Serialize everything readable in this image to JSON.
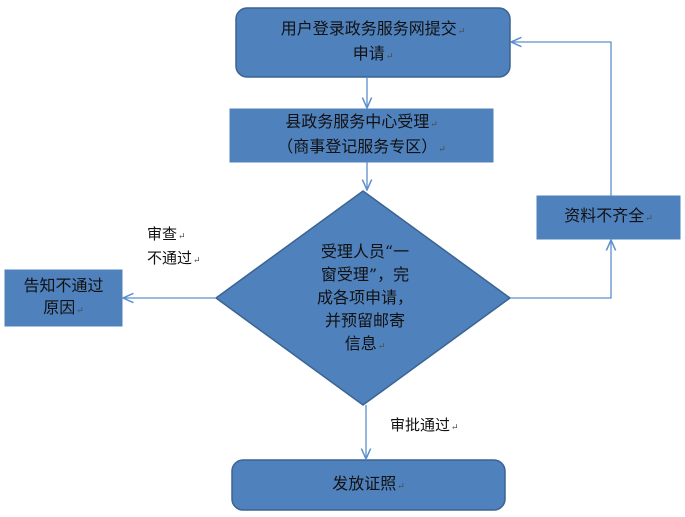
{
  "nodes": {
    "submit": {
      "line1": "用户登录政务服务网提交",
      "line2": "申请"
    },
    "accept": {
      "line1": "县政务服务中心受理",
      "line2": "（商事登记服务专区）"
    },
    "decision": {
      "line1": "受理人员“一",
      "line2": "窗受理”，完",
      "line3": "成各项申请，",
      "line4": "并预留邮寄",
      "line5": "信息"
    },
    "incomplete": {
      "text": "资料不齐全"
    },
    "notify": {
      "line1": "告知不通过",
      "line2": "原因"
    },
    "issue": {
      "text": "发放证照"
    }
  },
  "edges": {
    "reject": {
      "line1": "审查",
      "line2": "不通过"
    },
    "approve": {
      "text": "审批通过"
    }
  },
  "colors": {
    "fill": "#4f81bd",
    "stroke": "#3a6492",
    "connector": "#5b8fce"
  }
}
